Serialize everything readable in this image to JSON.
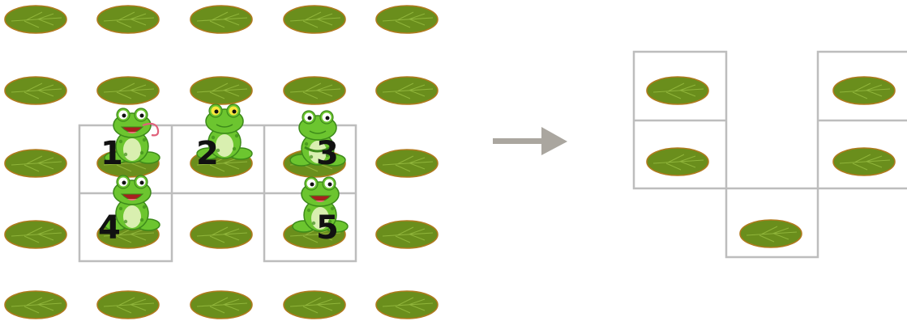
{
  "colors": {
    "pad_fill": "#6a8e1c",
    "pad_edge": "#b07a1e",
    "pad_vein": "#8fb43a",
    "frog_body": "#6cc52f",
    "frog_dark": "#3d8a1a",
    "frog_belly": "#d9efb0",
    "grid": "#bdbdbd",
    "arrow": "#aaa69f",
    "number": "#111111"
  },
  "frogs": [
    {
      "label": "1",
      "icon": "frog-tongue-out"
    },
    {
      "label": "2",
      "icon": "frog-yellow-eyes"
    },
    {
      "label": "3",
      "icon": "frog-arms-crossed"
    },
    {
      "label": "4",
      "icon": "frog-smiling"
    },
    {
      "label": "5",
      "icon": "frog-sitting-laughing"
    }
  ],
  "arrow_icon": "right-arrow",
  "result_shape": "U-shaped arrangement of five lily pads"
}
